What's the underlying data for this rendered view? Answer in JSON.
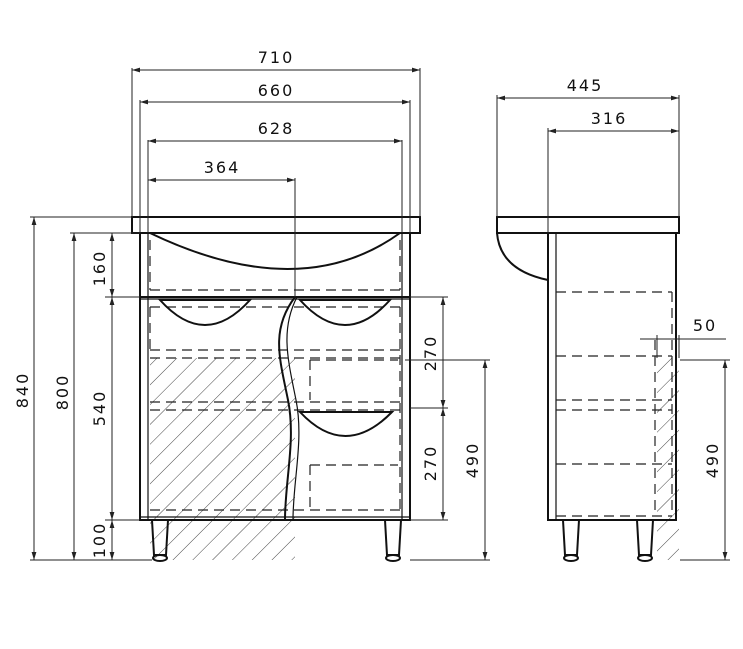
{
  "front_view": {
    "width_overall": "710",
    "width_top": "660",
    "width_body": "628",
    "width_half": "364",
    "height_total": "840",
    "height_body": "800",
    "height_sink": "160",
    "height_cabinet": "540",
    "height_legs": "100",
    "drawer_upper": "270",
    "drawer_lower": "270",
    "height_under": "490"
  },
  "side_view": {
    "depth_overall": "445",
    "depth_body": "316",
    "offset": "50",
    "height_under": "490"
  }
}
